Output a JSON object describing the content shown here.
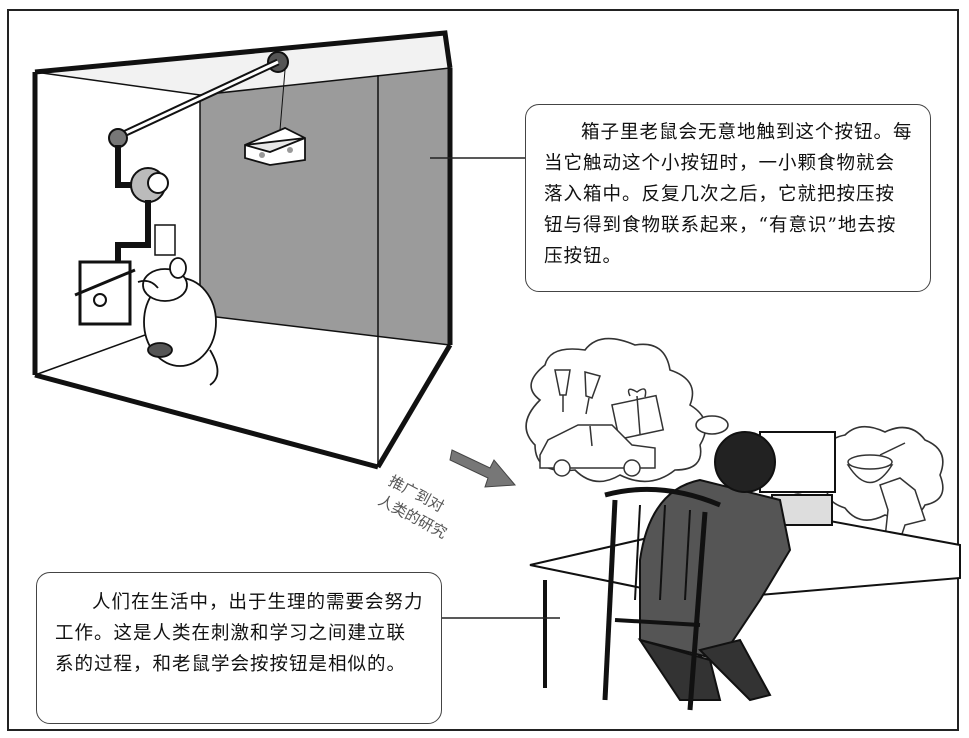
{
  "callouts": {
    "mouse_box": "箱子里老鼠会无意地触到这个按钮。每当它触动这个小按钮时，一小颗食物就会落入箱中。反复几次之后，它就把按压按钮与得到食物联系起来，“有意识”地去按压按钮。",
    "human_work": "人们在生活中，出于生理的需要会努力工作。这是人类在刺激和学习之间建立联系的过程，和老鼠学会按按钮是相似的。"
  },
  "arrow_label": {
    "line1": "推广到对",
    "line2": "人类的研究"
  },
  "icons": [
    "skinner-box-illustration",
    "cheese-icon",
    "mouse-icon",
    "thought-bubble-icon",
    "wine-glasses-icon",
    "car-icon",
    "gift-icon",
    "food-bowl-icon",
    "jacket-icon",
    "person-at-desk-illustration",
    "arrow-icon"
  ]
}
